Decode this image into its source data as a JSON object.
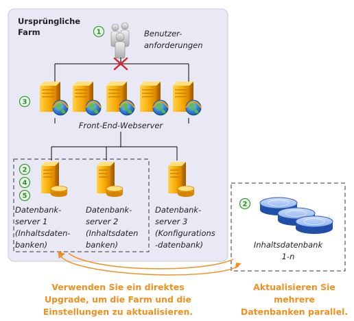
{
  "farm": {
    "title_line1": "Ursprüngliche",
    "title_line2": "Farm"
  },
  "users": {
    "step": "1",
    "label_line1": "Benutzer-",
    "label_line2": "anforderungen",
    "blocked_icon": "red-x-icon",
    "icon": "users-icon"
  },
  "webservers": {
    "step": "3",
    "count": 5,
    "label": "Front-End-Webserver",
    "icon": "web-server-icon"
  },
  "database_servers": {
    "steps": [
      "2",
      "4",
      "5"
    ],
    "servers": [
      {
        "lines": [
          "Datenbank-",
          "server 1",
          "(Inhaltsdaten-",
          "banken)"
        ]
      },
      {
        "lines": [
          "Datenbank-",
          "server 2",
          "(Inhaltsdaten",
          "banken)"
        ]
      },
      {
        "lines": [
          "Datenbank-",
          "server 3",
          "(Konfigurations",
          "-datenbank)"
        ]
      }
    ]
  },
  "content_dbs": {
    "step": "2",
    "label_line1": "Inhaltsdatenbank",
    "label_line2": "1-n",
    "icon": "database-stack-icon"
  },
  "notes": {
    "left": [
      "Verwenden Sie ein direktes",
      "Upgrade, um die Farm und die",
      "Einstellungen zu aktualisieren."
    ],
    "right": [
      "Aktualisieren Sie",
      "mehrere",
      "Datenbanken parallel."
    ]
  },
  "colors": {
    "farm_bg": "#e9e8f5",
    "farm_border": "#c9c8dc",
    "accent_orange": "#f0901e",
    "step_green": "#3a9a3a",
    "server_orange": "#f4a300",
    "disk_blue": "#3f6fc6"
  }
}
